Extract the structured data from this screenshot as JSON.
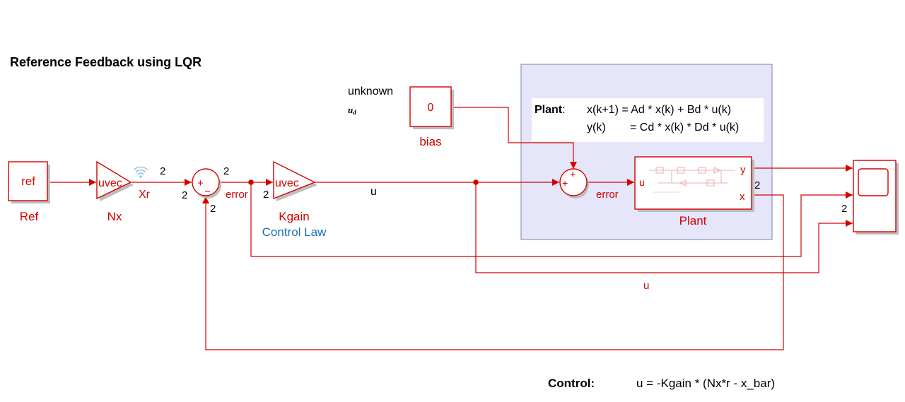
{
  "title": "Reference Feedback using LQR",
  "blocks": {
    "ref": {
      "content": "ref",
      "label": "Ref"
    },
    "nx": {
      "content": "uvec",
      "label": "Nx"
    },
    "kgain": {
      "content": "uvec",
      "label": "Kgain"
    },
    "bias": {
      "content": "0",
      "label": "bias"
    },
    "plant": {
      "label": "Plant",
      "in_port": "u",
      "out_port_y": "y",
      "out_port_x": "x"
    },
    "sum1": {
      "signs": [
        "+",
        "−"
      ]
    },
    "sum2": {
      "signs": [
        "+",
        "+"
      ]
    }
  },
  "subsystem": {
    "label": "Control Law"
  },
  "signals": {
    "xr": "Xr",
    "error1": "error",
    "u_main": "u",
    "error2": "error",
    "u_scope": "u"
  },
  "dimensions": {
    "nx_out": "2",
    "sum1_in": "2",
    "sum1_out": "2",
    "sum1_fb": "2",
    "kgain_in": "2",
    "plant_x": "2",
    "scope_in": "2"
  },
  "disturbance": {
    "line1": "unknown",
    "symbol": "u",
    "subscript": "d"
  },
  "plant_equations": {
    "heading": "Plant",
    "colon": ":",
    "eq1": "x(k+1) = Ad * x(k) + Bd * u(k)",
    "eq2_lhs": "y(k)",
    "eq2_rhs": "= Cd * x(k) * Dd * u(k)"
  },
  "control_note": {
    "heading": "Control:",
    "equation": "u = -Kgain * (Nx*r - x_bar)"
  },
  "colors": {
    "signal": "#d40000",
    "subsystem_text": "#1a6fb3",
    "plant_area_fill": "#e6e6fa",
    "plant_area_stroke": "#8080a0"
  }
}
